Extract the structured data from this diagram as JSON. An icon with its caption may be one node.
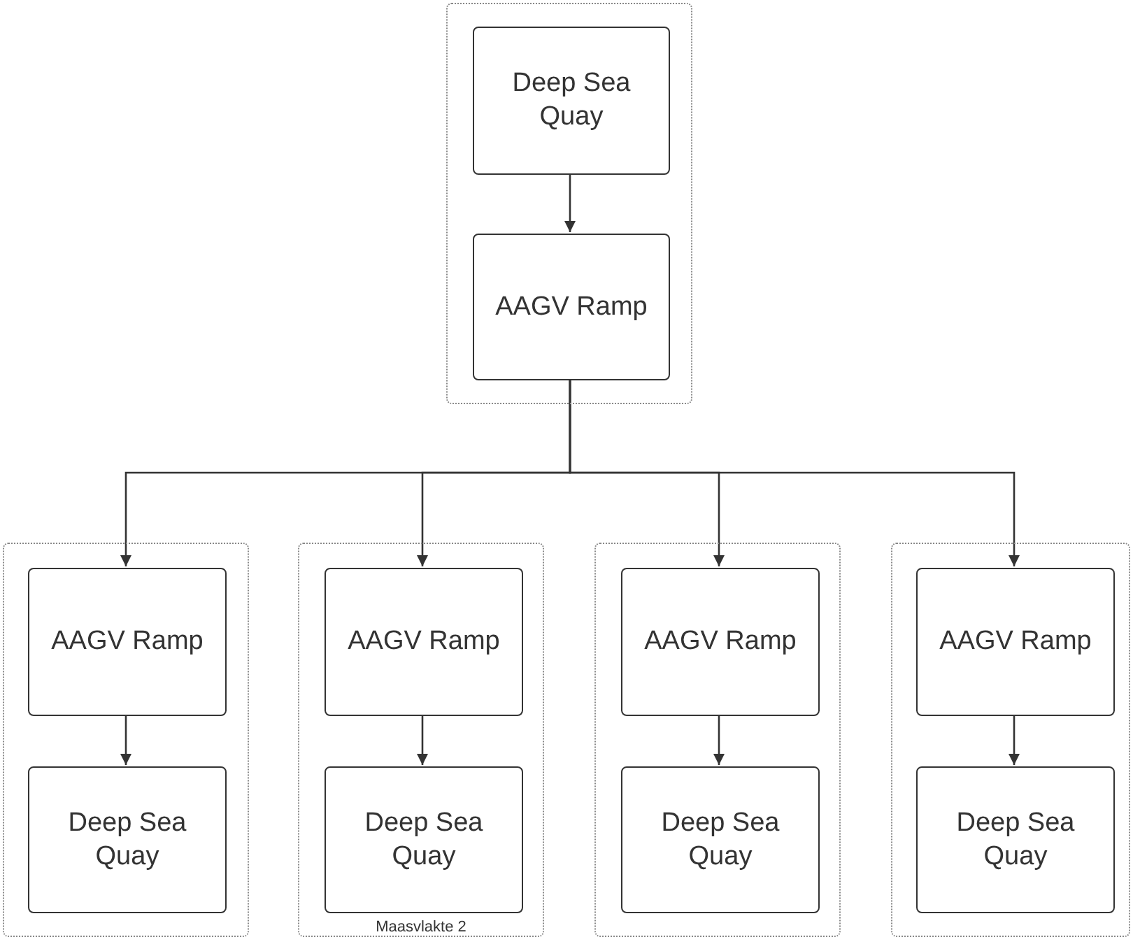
{
  "diagram": {
    "nodes": [
      {
        "text": [],
        "shape": "box"
      },
      {
        "text": [
          "Deep Sea Quay"
        ],
        "in": 0
      },
      {
        "text": [
          "AAGV Ramp"
        ],
        "in": 0
      },
      {
        "text": [],
        "shape": "box"
      },
      {
        "text": [
          "AAGV Ramp"
        ],
        "in": 3
      },
      {
        "text": [
          "Deep Sea Quay"
        ],
        "in": 3
      },
      {
        "text": [
          "Maasvlakte 2"
        ]
      },
      {
        "text": [
          "AAGV Ramp"
        ],
        "in": 6
      },
      {
        "text": [
          "Deep Sea Quay"
        ],
        "in": 6
      },
      {
        "text": [],
        "shape": "box"
      },
      {
        "text": [
          "AAGV Ramp"
        ],
        "in": 9
      },
      {
        "text": [
          "Deep Sea Quay"
        ],
        "in": 9
      },
      {
        "text": [],
        "shape": "box"
      },
      {
        "text": [
          "AAGV Ramp"
        ],
        "in": 12
      },
      {
        "text": [
          "Deep Sea Quay"
        ],
        "in": 12
      }
    ],
    "edges": [
      {
        "from": 1,
        "to": 2,
        "arrow": "to"
      },
      {
        "from": 2,
        "to": 4,
        "arrow": "to"
      },
      {
        "from": 2,
        "to": 7,
        "arrow": "to"
      },
      {
        "from": 2,
        "to": 10,
        "arrow": "to"
      },
      {
        "from": 2,
        "to": 13,
        "arrow": "to"
      },
      {
        "from": 4,
        "to": 5,
        "arrow": "to"
      },
      {
        "from": 7,
        "to": 8,
        "arrow": "to"
      },
      {
        "from": 10,
        "to": 11,
        "arrow": "to"
      },
      {
        "from": 13,
        "to": 14,
        "arrow": "to"
      }
    ]
  }
}
